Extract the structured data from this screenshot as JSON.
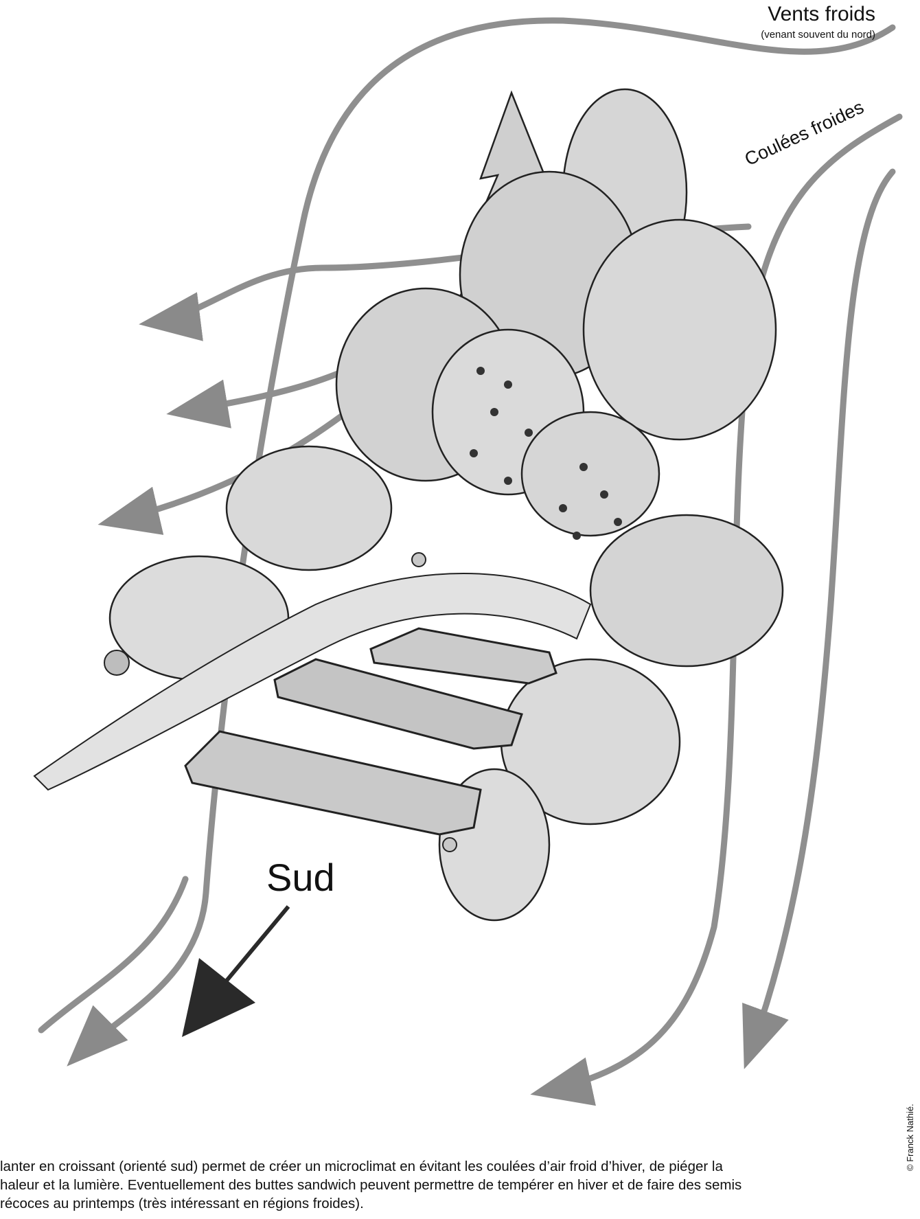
{
  "labels": {
    "cold_winds_title": "Vents froids",
    "cold_winds_subtitle": "(venant souvent du nord)",
    "cold_flows": "Coulées froides",
    "south": "Sud",
    "copyright": "© Franck Nathié."
  },
  "caption": {
    "line1": "lanter  en croissant (orienté sud) permet de créer un microclimat en évitant les coulées d’air froid d’hiver, de piéger la",
    "line2": "haleur et la lumière. Eventuellement des buttes sandwich peuvent permettre de tempérer en hiver et de faire des semis",
    "line3": "récoces au printemps (très intéressant en régions froides)."
  },
  "colors": {
    "arrow": "#8a8a8a",
    "foliage": "#d4d4d4",
    "ink": "#222222",
    "south_arrow": "#2a2a2a"
  }
}
